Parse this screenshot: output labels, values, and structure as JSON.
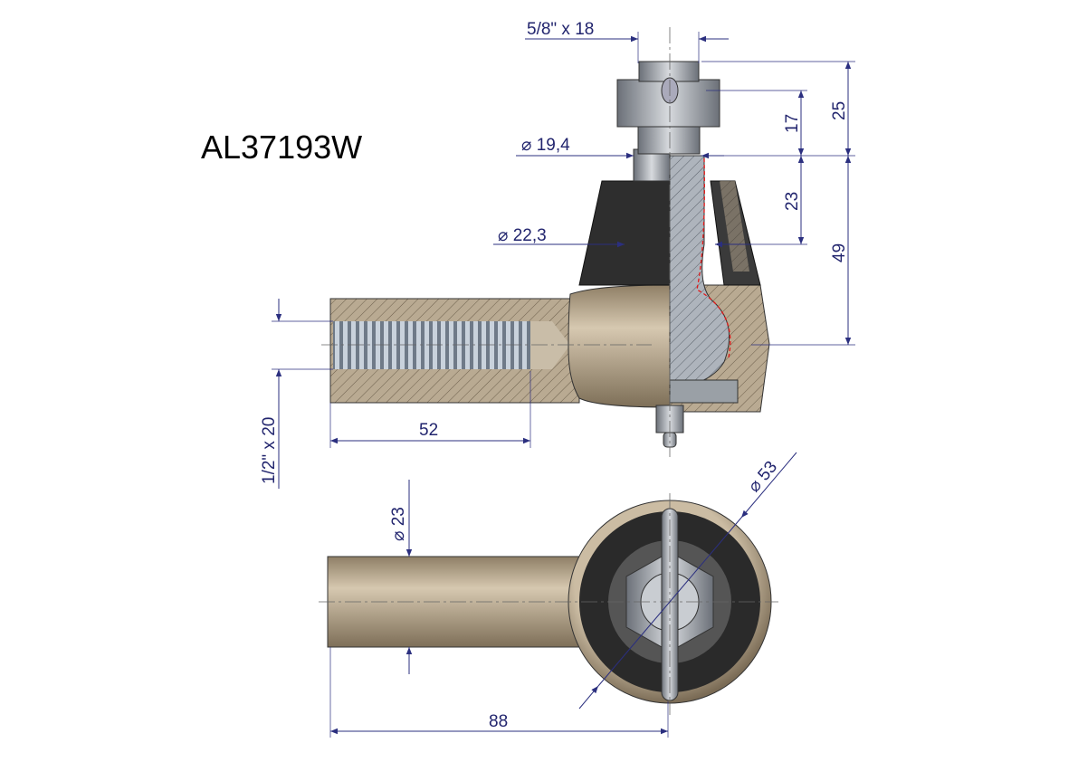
{
  "title": "AL37193W",
  "dimensions": {
    "thread_top": "5/8\" x 18",
    "d25": "25",
    "d17": "17",
    "dia_19_4": "⌀ 19,4",
    "d23_side": "23",
    "d49": "49",
    "dia_22_3": "⌀ 22,3",
    "thread_shank": "1/2\" x 20",
    "d52": "52",
    "dia_23": "⌀ 23",
    "dia_53": "⌀ 53",
    "d88": "88"
  },
  "colors": {
    "dimension": "#2b2f7f",
    "body": "#b5a48a",
    "boot": "#2e2e2e",
    "steel": "#9aa0a6"
  }
}
